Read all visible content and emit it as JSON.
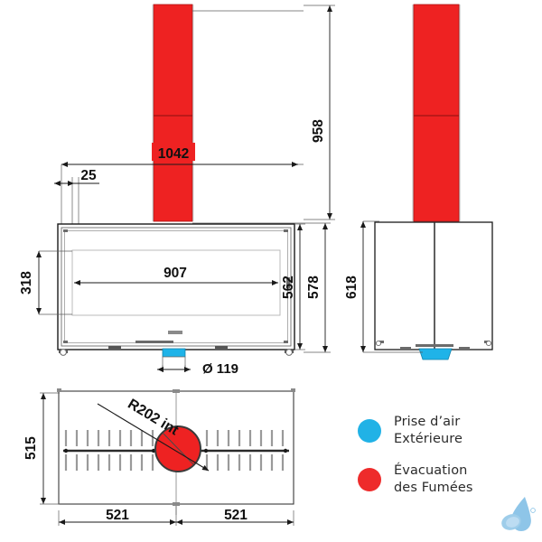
{
  "drawing": {
    "title": "Technical dimension drawing - fireplace insert",
    "views": {
      "front": "front-elevation",
      "side": "side-elevation",
      "plan": "bottom-plan"
    }
  },
  "dimensions": {
    "flue_width": "1042",
    "offset_left": "25",
    "total_height": "958",
    "glass_width": "907",
    "glass_height": "318",
    "body_height_inner": "562",
    "body_height_outer": "578",
    "side_depth": "618",
    "air_inlet_diameter": "Ø 119",
    "plan_depth": "515",
    "plan_half_left": "521",
    "plan_half_right": "521",
    "radius_note": "R202 int"
  },
  "legend": {
    "items": [
      {
        "key": "air-intake",
        "color": "#21b2e6",
        "line1": "Prise d’air",
        "line2": "Extérieure"
      },
      {
        "key": "smoke-exhaust",
        "color": "#ee2b2b",
        "line1": "Évacuation",
        "line2": "des Fumées"
      }
    ]
  },
  "colors": {
    "smoke_red": "#ee2222",
    "air_blue": "#1fb3e8",
    "line": "#1a1a1a",
    "thin_line": "#7a7a7a",
    "logo_blue": "#8ec5e8"
  }
}
